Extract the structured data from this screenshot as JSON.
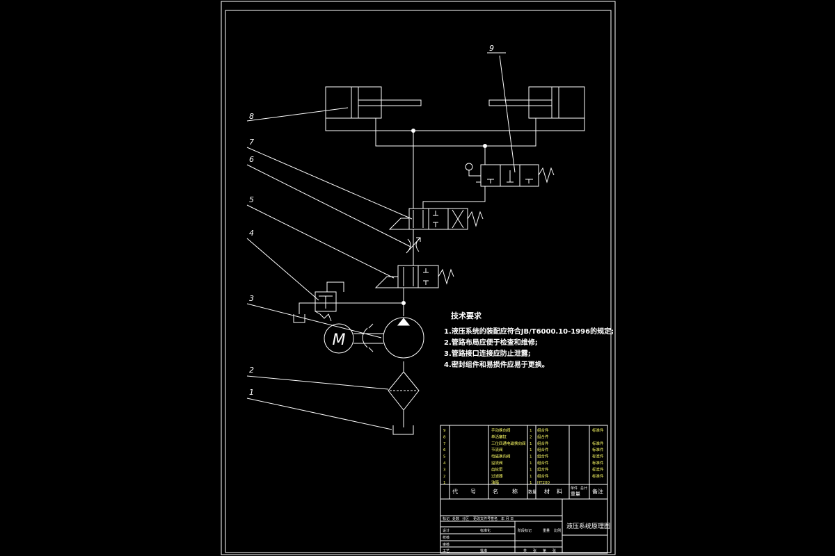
{
  "callouts": [
    "1",
    "2",
    "3",
    "4",
    "5",
    "6",
    "7",
    "8",
    "9"
  ],
  "motor_label": "M",
  "notes": {
    "heading": "技术要求",
    "lines": [
      "1.液压系统的装配应符合JB/T6000.10-1996的规定;",
      "2.管路布局应便于检查和维修;",
      "3.管路接口连接应防止泄露;",
      "4.密封组件和易损件应易于更换。"
    ]
  },
  "parts_table": {
    "headers": [
      "代",
      "号",
      "名",
      "称",
      "数量",
      "材",
      "料",
      "单件",
      "总计",
      "备注"
    ],
    "rows": [
      [
        "9",
        "",
        "手动换向阀",
        "1",
        "组合件",
        "",
        "",
        "标准件"
      ],
      [
        "8",
        "",
        "单活塞缸",
        "2",
        "组合件",
        "",
        "",
        ""
      ],
      [
        "7",
        "",
        "三位四通电磁换向阀",
        "1",
        "组合件",
        "",
        "",
        "标准件"
      ],
      [
        "6",
        "",
        "节流阀",
        "1",
        "组合件",
        "",
        "",
        "标准件"
      ],
      [
        "5",
        "",
        "电磁换向阀",
        "1",
        "组合件",
        "",
        "",
        "标准件"
      ],
      [
        "4",
        "",
        "溢流阀",
        "1",
        "组合件",
        "",
        "",
        "标准件"
      ],
      [
        "3",
        "",
        "齿轮泵",
        "1",
        "组合件",
        "",
        "",
        "标准件"
      ],
      [
        "2",
        "",
        "过滤器",
        "1",
        "组合件",
        "",
        "",
        "标准件"
      ],
      [
        "1",
        "",
        "油箱",
        "1",
        "HT200",
        "",
        "",
        ""
      ]
    ],
    "weight_label": "重量"
  },
  "title_block": {
    "drawing_title": "液压系统原理图",
    "row_labels": [
      "设计",
      "校核",
      "审核",
      "工艺"
    ],
    "change_labels": [
      "标记",
      "处数",
      "分区",
      "更改文件号",
      "签名",
      "年 月 日"
    ],
    "std_labels": [
      "标准化",
      "批准"
    ],
    "stage_labels": [
      "阶段标记",
      "重量",
      "比例"
    ],
    "sheet_labels": [
      "共",
      "张",
      "第",
      "张"
    ]
  }
}
